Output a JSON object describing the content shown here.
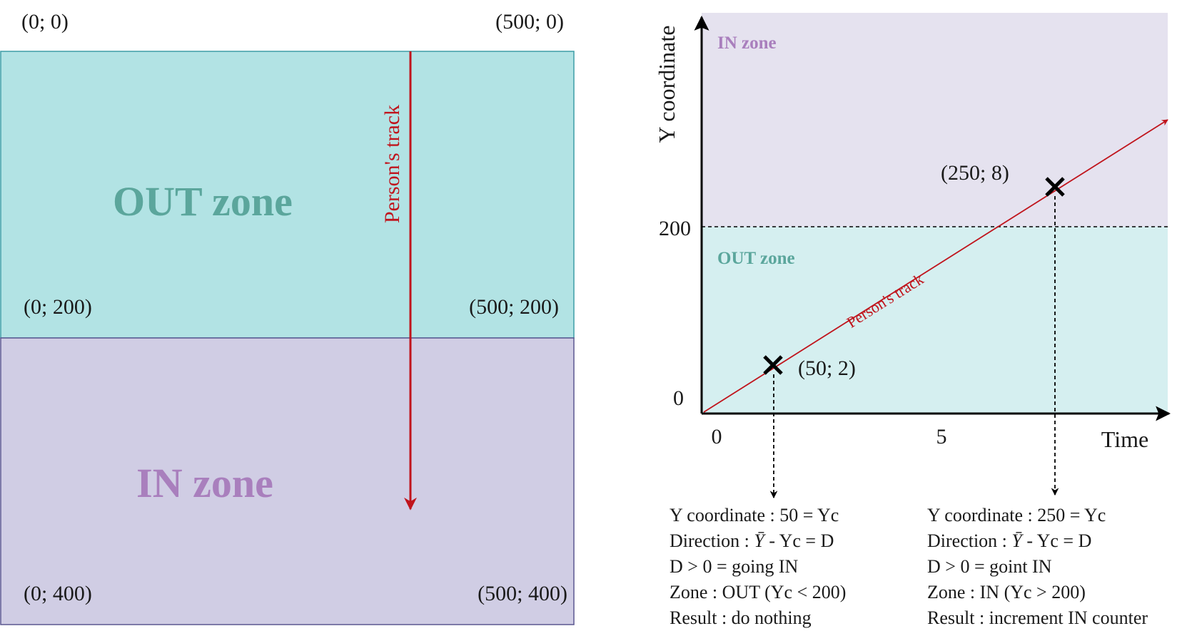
{
  "left_panel": {
    "corners": {
      "top_left": "(0; 0)",
      "top_right": "(500; 0)",
      "mid_left": "(0; 200)",
      "mid_right": "(500; 200)",
      "bottom_left": "(0; 400)",
      "bottom_right": "(500; 400)"
    },
    "out_zone_label": "OUT zone",
    "in_zone_label": "IN zone",
    "track_label": "Person's track"
  },
  "right_panel": {
    "y_axis_label": "Y coordinate",
    "x_axis_label": "Time",
    "y_ticks": [
      "0",
      "200"
    ],
    "x_ticks": [
      "0",
      "5"
    ],
    "in_zone_label": "IN zone",
    "out_zone_label": "OUT zone",
    "track_label": "Person's track",
    "points": [
      {
        "label": "(50; 2)",
        "time": 2,
        "y": 50
      },
      {
        "label": "(250; 8)",
        "time": 8,
        "y": 250
      }
    ],
    "notes": [
      {
        "y_line": "Y coordinate : 50 = Yc",
        "direction_prefix": "Direction : ",
        "direction_symbol": "Ȳ",
        "direction_suffix": " - Yc = D",
        "d_line": "D > 0 = going IN",
        "zone_line": "Zone : OUT (Yc < 200)",
        "result_line": "Result : do nothing"
      },
      {
        "y_line": "Y coordinate : 250 = Yc",
        "direction_prefix": "Direction : ",
        "direction_symbol": "Ȳ",
        "direction_suffix": " - Yc = D",
        "d_line": "D > 0 = goint IN",
        "zone_line": "Zone : IN (Yc > 200)",
        "result_line": "Result : increment IN counter"
      }
    ]
  },
  "colors": {
    "out_zone": "#b2e3e4",
    "in_zone": "#d0cde4",
    "out_zone_light": "#d5eff0",
    "in_zone_light": "#e5e2ef",
    "out_text": "#5ba69c",
    "in_text": "#a97fbd",
    "track": "#c0141c"
  }
}
